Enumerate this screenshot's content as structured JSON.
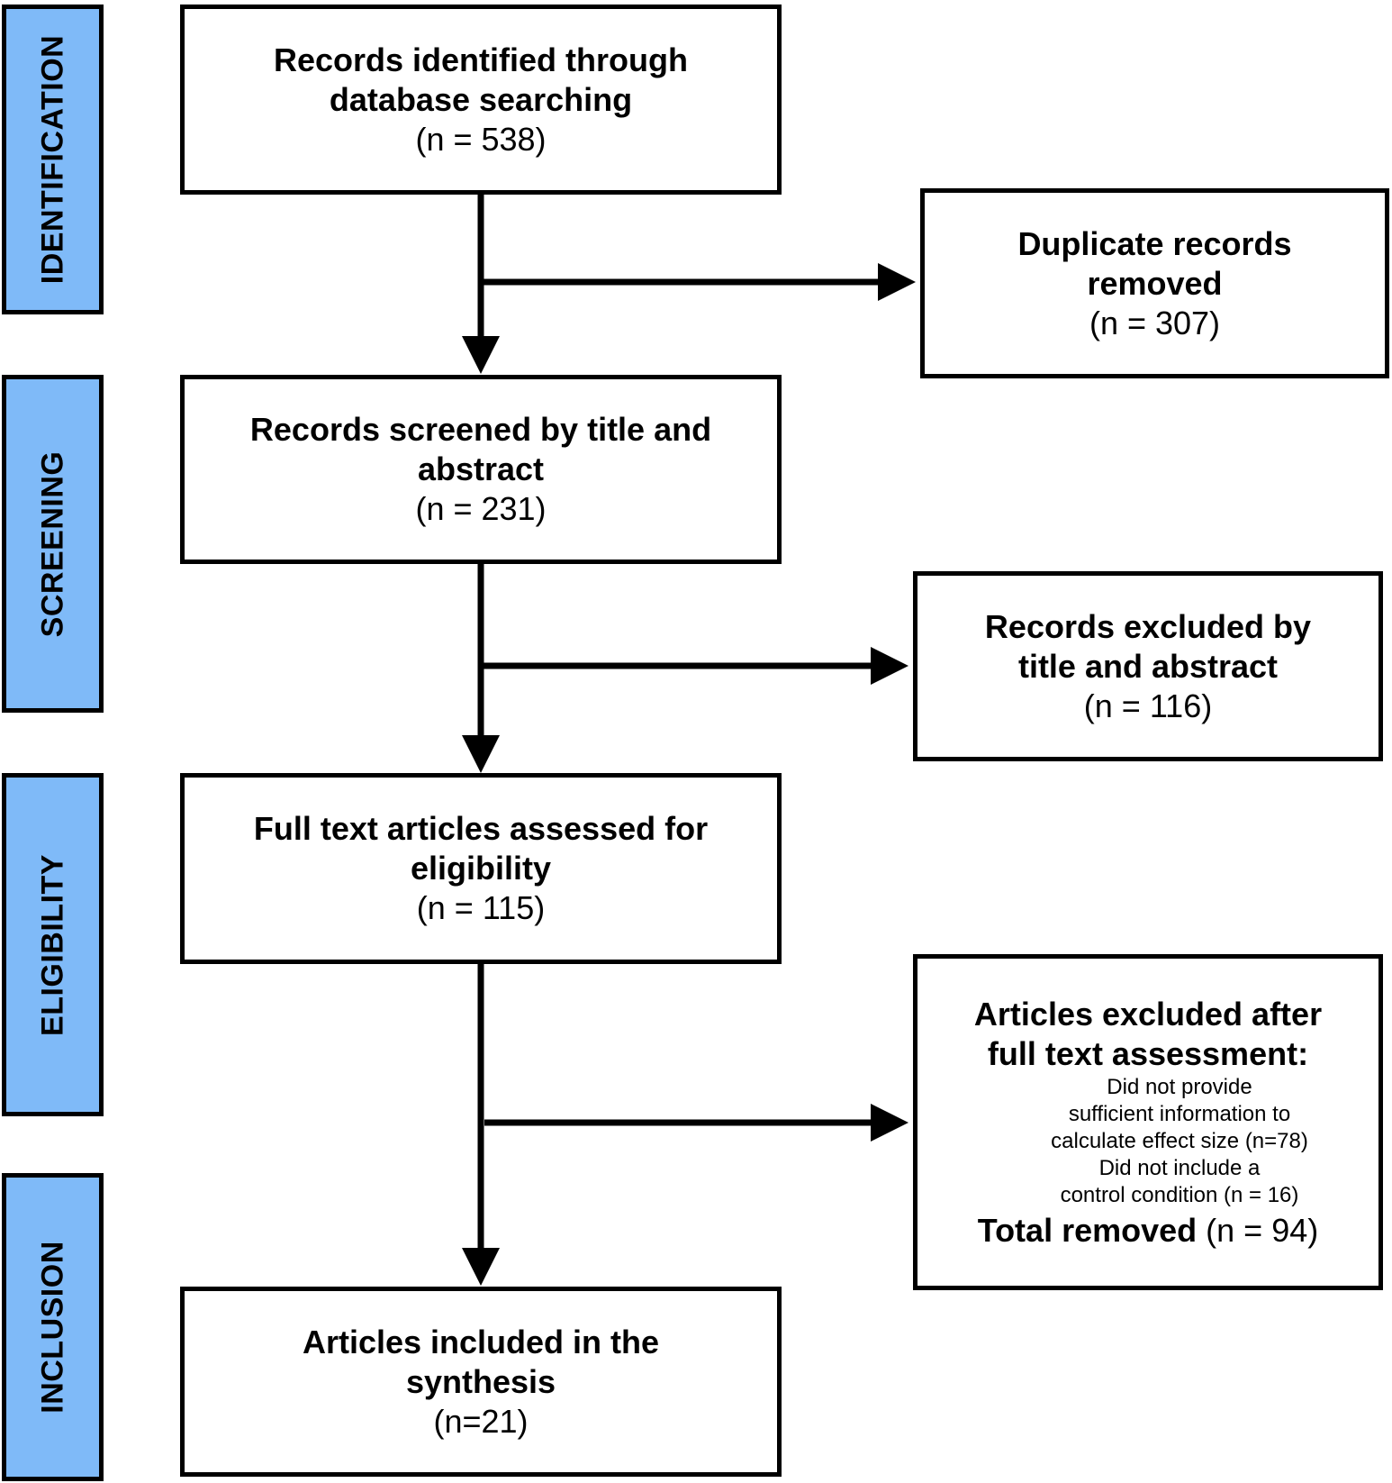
{
  "phases": {
    "identification": "IDENTIFICATION",
    "screening": "SCREENING",
    "eligibility": "ELIGIBILITY",
    "inclusion": "INCLUSION"
  },
  "main_boxes": {
    "identified": {
      "title_line1": "Records identified through",
      "title_line2": "database searching",
      "count": "(n = 538)"
    },
    "screened": {
      "title_line1": "Records screened by title and",
      "title_line2": "abstract",
      "count": "(n = 231)"
    },
    "full_text": {
      "title_line1": "Full text articles assessed for",
      "title_line2": "eligibility",
      "count": "(n = 115)"
    },
    "included": {
      "title_line1": "Articles included in the",
      "title_line2": "synthesis",
      "count": "(n=21)"
    }
  },
  "side_boxes": {
    "duplicates": {
      "title_line1": "Duplicate records",
      "title_line2": "removed",
      "count": "(n = 307)"
    },
    "excluded_abstract": {
      "title_line1": "Records excluded by",
      "title_line2": "title and abstract",
      "count": "(n = 116)"
    },
    "excluded_full_text": {
      "title_line1": "Articles excluded after",
      "title_line2": "full text assessment:",
      "reason1_line1": "Did not provide",
      "reason1_line2": "sufficient information to",
      "reason1_line3": "calculate effect size (n=78)",
      "reason2_line1": "Did not include a",
      "reason2_line2": "control condition (n = 16)",
      "total_label": "Total removed",
      "total_count": "(n = 94)"
    }
  },
  "colors": {
    "phase_fill": "#7fbaf8",
    "stroke": "#000000"
  }
}
